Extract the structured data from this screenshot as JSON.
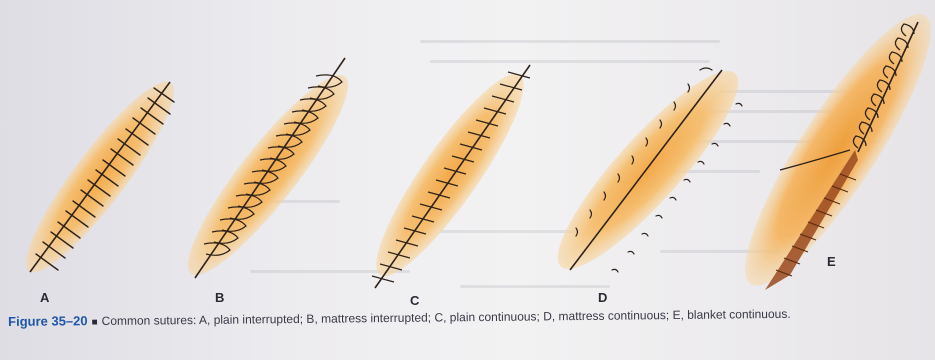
{
  "figure": {
    "panels": [
      {
        "label": "A",
        "name": "plain interrupted"
      },
      {
        "label": "B",
        "name": "mattress interrupted"
      },
      {
        "label": "C",
        "name": "plain continuous"
      },
      {
        "label": "D",
        "name": "mattress continuous"
      },
      {
        "label": "E",
        "name": "blanket continuous"
      }
    ],
    "caption": {
      "number": "Figure 35–20",
      "bullet": "■",
      "text": "Common sutures: A, plain interrupted; B, mattress interrupted; C, plain continuous; D, mattress continuous; E, blanket continuous."
    }
  },
  "colors": {
    "wound_fill": "#f2b15c",
    "suture": "#2e2219",
    "caption_accent": "#1f56a6"
  }
}
